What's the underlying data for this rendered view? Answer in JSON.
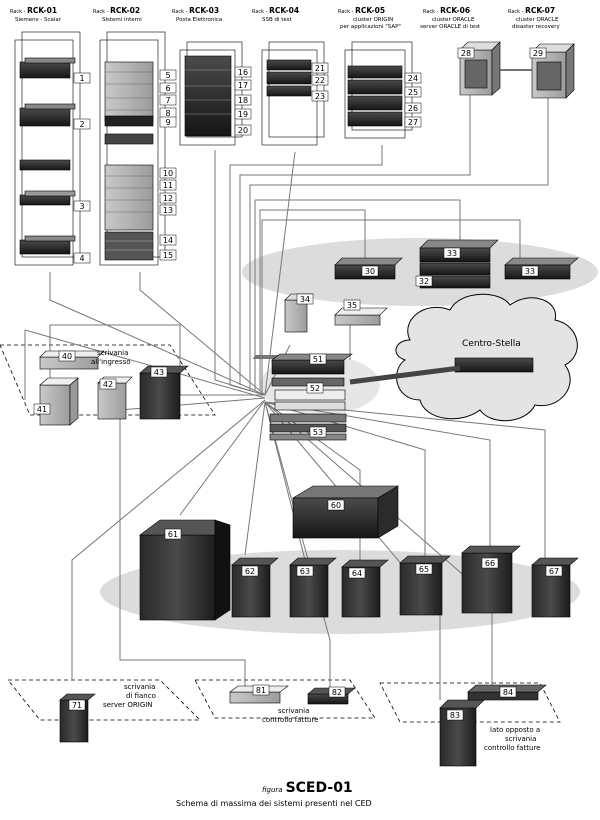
{
  "racks": [
    {
      "id": "RCK-01",
      "prefix": "Rack - ",
      "desc": [
        "Siemens - Scalar"
      ]
    },
    {
      "id": "RCK-02",
      "prefix": "Rack - ",
      "desc": [
        "Sistemi interni"
      ]
    },
    {
      "id": "RCK-03",
      "prefix": "Rack - ",
      "desc": [
        "Posta Elettronica"
      ]
    },
    {
      "id": "RCK-04",
      "prefix": "Rack - ",
      "desc": [
        "SSB di test"
      ]
    },
    {
      "id": "RCK-05",
      "prefix": "Rack - ",
      "desc": [
        "cluster ORIGIN",
        "per applicazioni \"SAP\""
      ]
    },
    {
      "id": "RCK-06",
      "prefix": "Rack - ",
      "desc": [
        "cluster ORACLE",
        "server ORACLE di test"
      ]
    },
    {
      "id": "RCK-07",
      "prefix": "Rack - ",
      "desc": [
        "cluster ORACLE",
        "disaster recovery"
      ]
    }
  ],
  "numbers": [
    "1",
    "2",
    "3",
    "4",
    "5",
    "6",
    "7",
    "8",
    "9",
    "10",
    "11",
    "12",
    "13",
    "14",
    "15",
    "16",
    "17",
    "18",
    "19",
    "20",
    "21",
    "22",
    "23",
    "24",
    "25",
    "26",
    "27",
    "28",
    "29",
    "30",
    "33",
    "32",
    "33",
    "34",
    "35",
    "40",
    "41",
    "42",
    "43",
    "51",
    "52",
    "53",
    "60",
    "61",
    "62",
    "63",
    "64",
    "65",
    "66",
    "67",
    "71",
    "81",
    "82",
    "83",
    "84"
  ],
  "labels": {
    "cloud": "Centro-Stella",
    "desk_entry": [
      "scrivania",
      "all'ingresso"
    ],
    "desk_origin": [
      "scrivania",
      "di fianco",
      "server ORIGIN"
    ],
    "desk_invoice": [
      "scrivania",
      "controllo fatture"
    ],
    "desk_opposite": [
      "lato opposto a",
      "scrivania",
      "controllo fatture"
    ]
  },
  "caption": {
    "prefix": "figura",
    "title": "SCED-01",
    "subtitle": "Schema di massima dei sistemi presenti nel CED"
  }
}
